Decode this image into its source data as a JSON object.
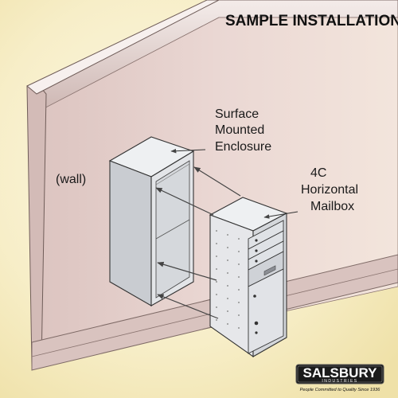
{
  "title": "SAMPLE INSTALLATION",
  "labels": {
    "wall": "(wall)",
    "enclosure": [
      "Surface",
      "Mounted",
      "Enclosure"
    ],
    "mailbox": [
      "4C",
      "Horizontal",
      "Mailbox"
    ]
  },
  "logo": {
    "name": "SALSBURY",
    "sub": "INDUSTRIES",
    "tagline": "People Committed to Quality Since 1936"
  },
  "colors": {
    "background_center": "#fbf6e1",
    "background_edge": "#f0e3ad",
    "wall_face": "#e6cfcb",
    "wall_edge": "#b89e99",
    "metal": "#e2e3e6",
    "metal_shadow": "#b9bcc2",
    "outline": "#333333",
    "logo_bg": "#1b1b1b"
  }
}
